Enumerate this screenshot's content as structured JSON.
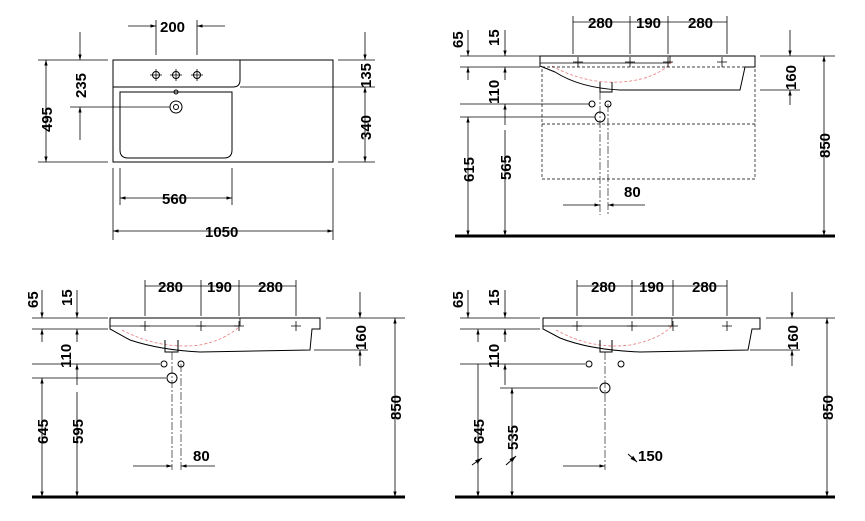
{
  "top_view": {
    "dims": {
      "tap_spacing": "200",
      "total_depth": "495",
      "tap_depth": "235",
      "shelf_depth": "135",
      "bowl_depth": "340",
      "bowl_width": "560",
      "total_width": "1050"
    }
  },
  "side_view_1": {
    "dims": {
      "thickness": "65",
      "rim": "15",
      "spacing_left": "280",
      "spacing_mid": "190",
      "spacing_right": "280",
      "apron": "160",
      "waste_offset": "110",
      "top_height": "850",
      "floor_to_lower": "615",
      "floor_to_waste": "565",
      "waste_offset_x": "80"
    }
  },
  "side_view_2": {
    "dims": {
      "thickness": "65",
      "rim": "15",
      "spacing_left": "280",
      "spacing_mid": "190",
      "spacing_right": "280",
      "apron": "160",
      "waste_offset": "110",
      "top_height": "850",
      "floor_to_lower": "645",
      "floor_to_waste": "595",
      "waste_offset_x": "80"
    }
  },
  "side_view_3": {
    "dims": {
      "thickness": "65",
      "rim": "15",
      "spacing_left": "280",
      "spacing_mid": "190",
      "spacing_right": "280",
      "apron": "160",
      "waste_offset": "110",
      "top_height": "850",
      "floor_to_lower": "645",
      "floor_to_waste": "535",
      "waste_offset_x": "150"
    }
  }
}
